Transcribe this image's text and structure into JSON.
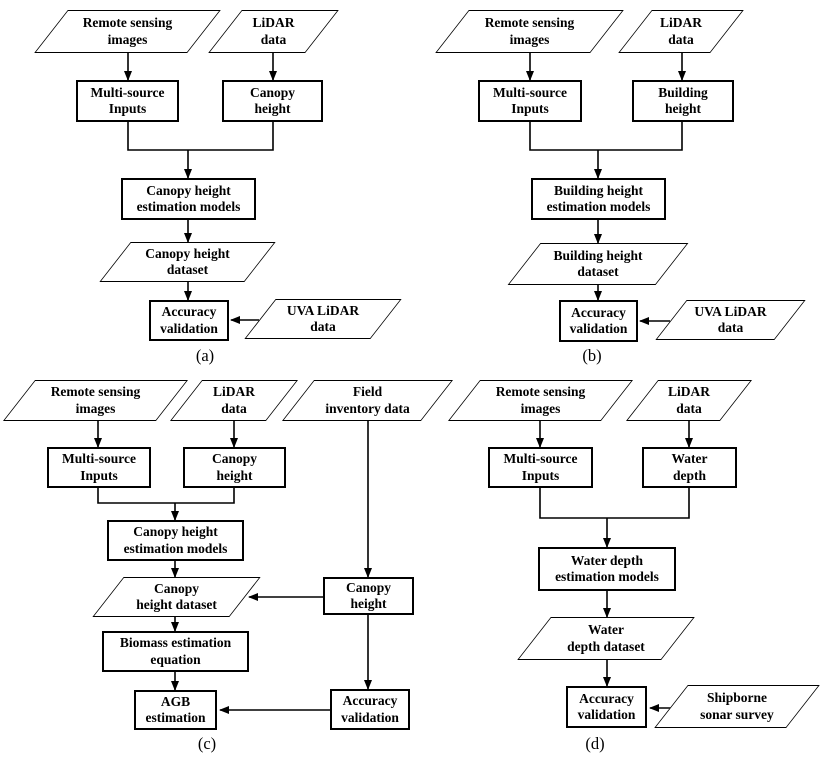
{
  "figure": {
    "type": "flowchart",
    "ink_color": "#000000",
    "background_color": "#ffffff"
  },
  "panels": [
    {
      "id": "a",
      "caption": "(a)",
      "nodes": {
        "remote_sensing": {
          "label": "Remote sensing\nimages",
          "shape": "parallelogram"
        },
        "lidar": {
          "label": "LiDAR\ndata",
          "shape": "parallelogram"
        },
        "multi_source": {
          "label": "Multi-source\nInputs",
          "shape": "rect"
        },
        "variable": {
          "label": "Canopy\nheight",
          "shape": "rect"
        },
        "models": {
          "label": "Canopy height\nestimation models",
          "shape": "rect"
        },
        "dataset": {
          "label": "Canopy height\ndataset",
          "shape": "parallelogram"
        },
        "accuracy": {
          "label": "Accuracy\nvalidation",
          "shape": "rect"
        },
        "validation_source": {
          "label": "UVA LiDAR\ndata",
          "shape": "parallelogram"
        }
      }
    },
    {
      "id": "b",
      "caption": "(b)",
      "nodes": {
        "remote_sensing": {
          "label": "Remote sensing\nimages",
          "shape": "parallelogram"
        },
        "lidar": {
          "label": "LiDAR\ndata",
          "shape": "parallelogram"
        },
        "multi_source": {
          "label": "Multi-source\nInputs",
          "shape": "rect"
        },
        "variable": {
          "label": "Building\nheight",
          "shape": "rect"
        },
        "models": {
          "label": "Building height\nestimation models",
          "shape": "rect"
        },
        "dataset": {
          "label": "Building height\ndataset",
          "shape": "parallelogram"
        },
        "accuracy": {
          "label": "Accuracy\nvalidation",
          "shape": "rect"
        },
        "validation_source": {
          "label": "UVA LiDAR\ndata",
          "shape": "parallelogram"
        }
      }
    },
    {
      "id": "c",
      "caption": "(c)",
      "nodes": {
        "remote_sensing": {
          "label": "Remote sensing\nimages",
          "shape": "parallelogram"
        },
        "lidar": {
          "label": "LiDAR\ndata",
          "shape": "parallelogram"
        },
        "field_inventory": {
          "label": "Field\ninventory data",
          "shape": "parallelogram"
        },
        "multi_source": {
          "label": "Multi-source\nInputs",
          "shape": "rect"
        },
        "variable": {
          "label": "Canopy\nheight",
          "shape": "rect"
        },
        "models": {
          "label": "Canopy height\nestimation models",
          "shape": "rect"
        },
        "dataset": {
          "label": "Canopy\nheight dataset",
          "shape": "parallelogram"
        },
        "field_height": {
          "label": "Canopy\nheight",
          "shape": "rect"
        },
        "biomass": {
          "label": "Biomass estimation\nequation",
          "shape": "rect"
        },
        "agb": {
          "label": "AGB\nestimation",
          "shape": "rect"
        },
        "accuracy": {
          "label": "Accuracy\nvalidation",
          "shape": "rect"
        }
      }
    },
    {
      "id": "d",
      "caption": "(d)",
      "nodes": {
        "remote_sensing": {
          "label": "Remote sensing\nimages",
          "shape": "parallelogram"
        },
        "lidar": {
          "label": "LiDAR\ndata",
          "shape": "parallelogram"
        },
        "multi_source": {
          "label": "Multi-source\nInputs",
          "shape": "rect"
        },
        "variable": {
          "label": "Water\ndepth",
          "shape": "rect"
        },
        "models": {
          "label": "Water depth\nestimation models",
          "shape": "rect"
        },
        "dataset": {
          "label": "Water\ndepth dataset",
          "shape": "parallelogram"
        },
        "accuracy": {
          "label": "Accuracy\nvalidation",
          "shape": "rect"
        },
        "validation_source": {
          "label": "Shipborne\nsonar survey",
          "shape": "parallelogram"
        }
      }
    }
  ]
}
